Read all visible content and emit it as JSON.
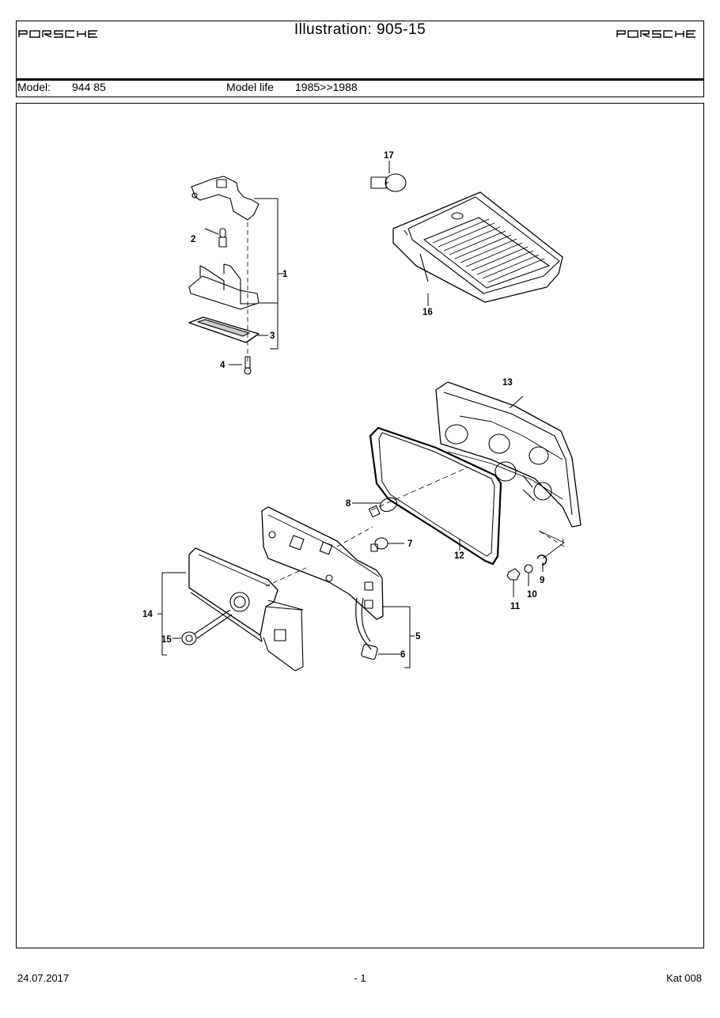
{
  "header": {
    "title": "Illustration: 905-15",
    "brand": "PORSCHE"
  },
  "model_row": {
    "model_label": "Model:",
    "model_value": "944 85",
    "life_label": "Model life",
    "life_value": "1985>>1988"
  },
  "callouts": [
    "1",
    "2",
    "3",
    "4",
    "5",
    "6",
    "7",
    "8",
    "9",
    "10",
    "11",
    "12",
    "13",
    "14",
    "15",
    "16",
    "17"
  ],
  "footer": {
    "date": "24.07.2017",
    "page": "- 1",
    "catalog": "Kat 008"
  }
}
